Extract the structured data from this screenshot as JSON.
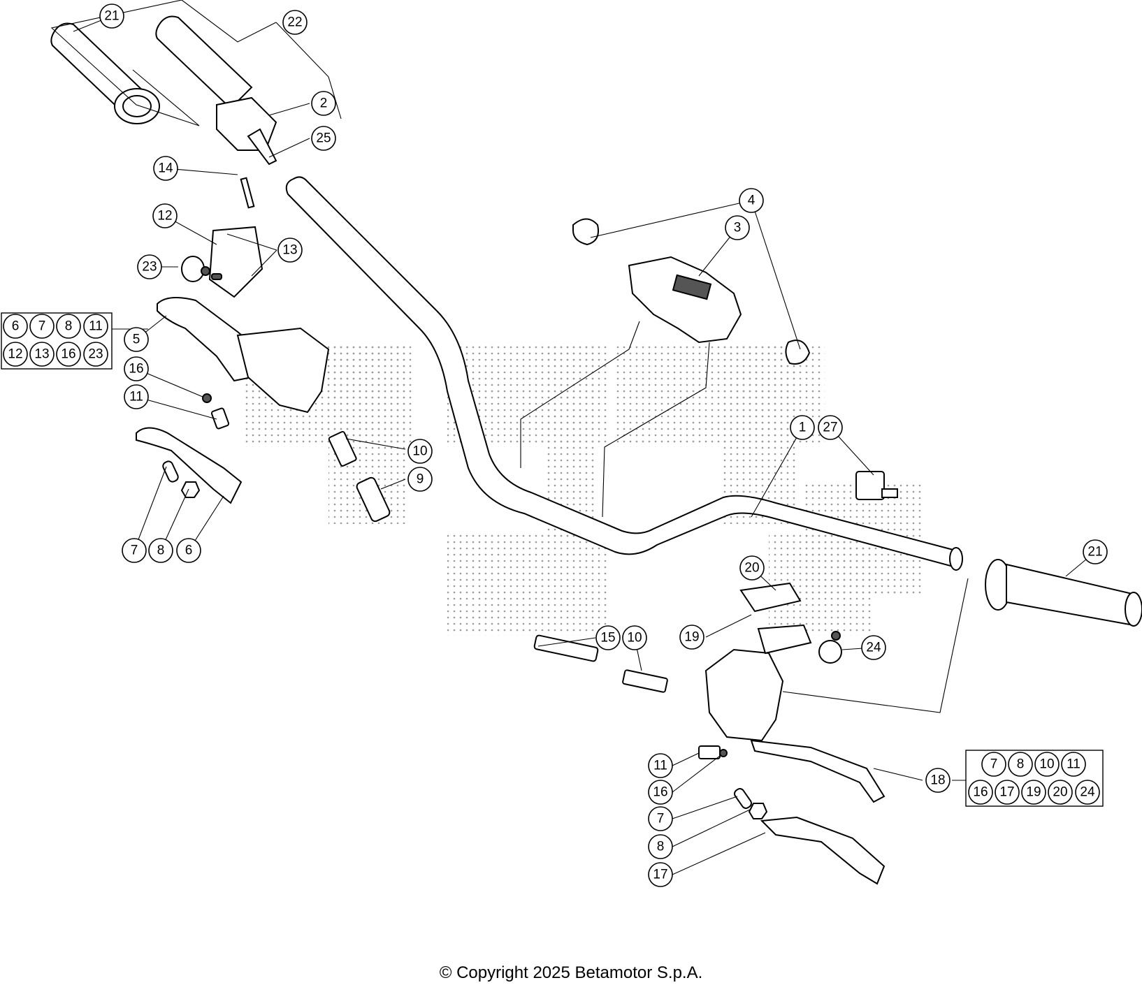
{
  "callouts": [
    {
      "id": "c21a",
      "label": "21"
    },
    {
      "id": "c22",
      "label": "22"
    },
    {
      "id": "c2",
      "label": "2"
    },
    {
      "id": "c25",
      "label": "25"
    },
    {
      "id": "c14",
      "label": "14"
    },
    {
      "id": "c12a",
      "label": "12"
    },
    {
      "id": "c13a",
      "label": "13"
    },
    {
      "id": "c23a",
      "label": "23"
    },
    {
      "id": "c5",
      "label": "5"
    },
    {
      "id": "c16a",
      "label": "16"
    },
    {
      "id": "c11a",
      "label": "11"
    },
    {
      "id": "c10a",
      "label": "10"
    },
    {
      "id": "c9",
      "label": "9"
    },
    {
      "id": "c7a",
      "label": "7"
    },
    {
      "id": "c8a",
      "label": "8"
    },
    {
      "id": "c6a",
      "label": "6"
    },
    {
      "id": "c4",
      "label": "4"
    },
    {
      "id": "c3",
      "label": "3"
    },
    {
      "id": "c1",
      "label": "1"
    },
    {
      "id": "c27",
      "label": "27"
    },
    {
      "id": "c21b",
      "label": "21"
    },
    {
      "id": "c20a",
      "label": "20"
    },
    {
      "id": "c19a",
      "label": "19"
    },
    {
      "id": "c24a",
      "label": "24"
    },
    {
      "id": "c15",
      "label": "15"
    },
    {
      "id": "c10b",
      "label": "10"
    },
    {
      "id": "c11b",
      "label": "11"
    },
    {
      "id": "c16b",
      "label": "16"
    },
    {
      "id": "c7b",
      "label": "7"
    },
    {
      "id": "c8b",
      "label": "8"
    },
    {
      "id": "c17a",
      "label": "17"
    },
    {
      "id": "c18",
      "label": "18"
    }
  ],
  "kit_left": [
    "6",
    "7",
    "8",
    "11",
    "12",
    "13",
    "16",
    "23"
  ],
  "kit_right": [
    "7",
    "8",
    "10",
    "11",
    "16",
    "17",
    "19",
    "20",
    "24"
  ],
  "copyright": "© Copyright 2025 Betamotor S.p.A."
}
